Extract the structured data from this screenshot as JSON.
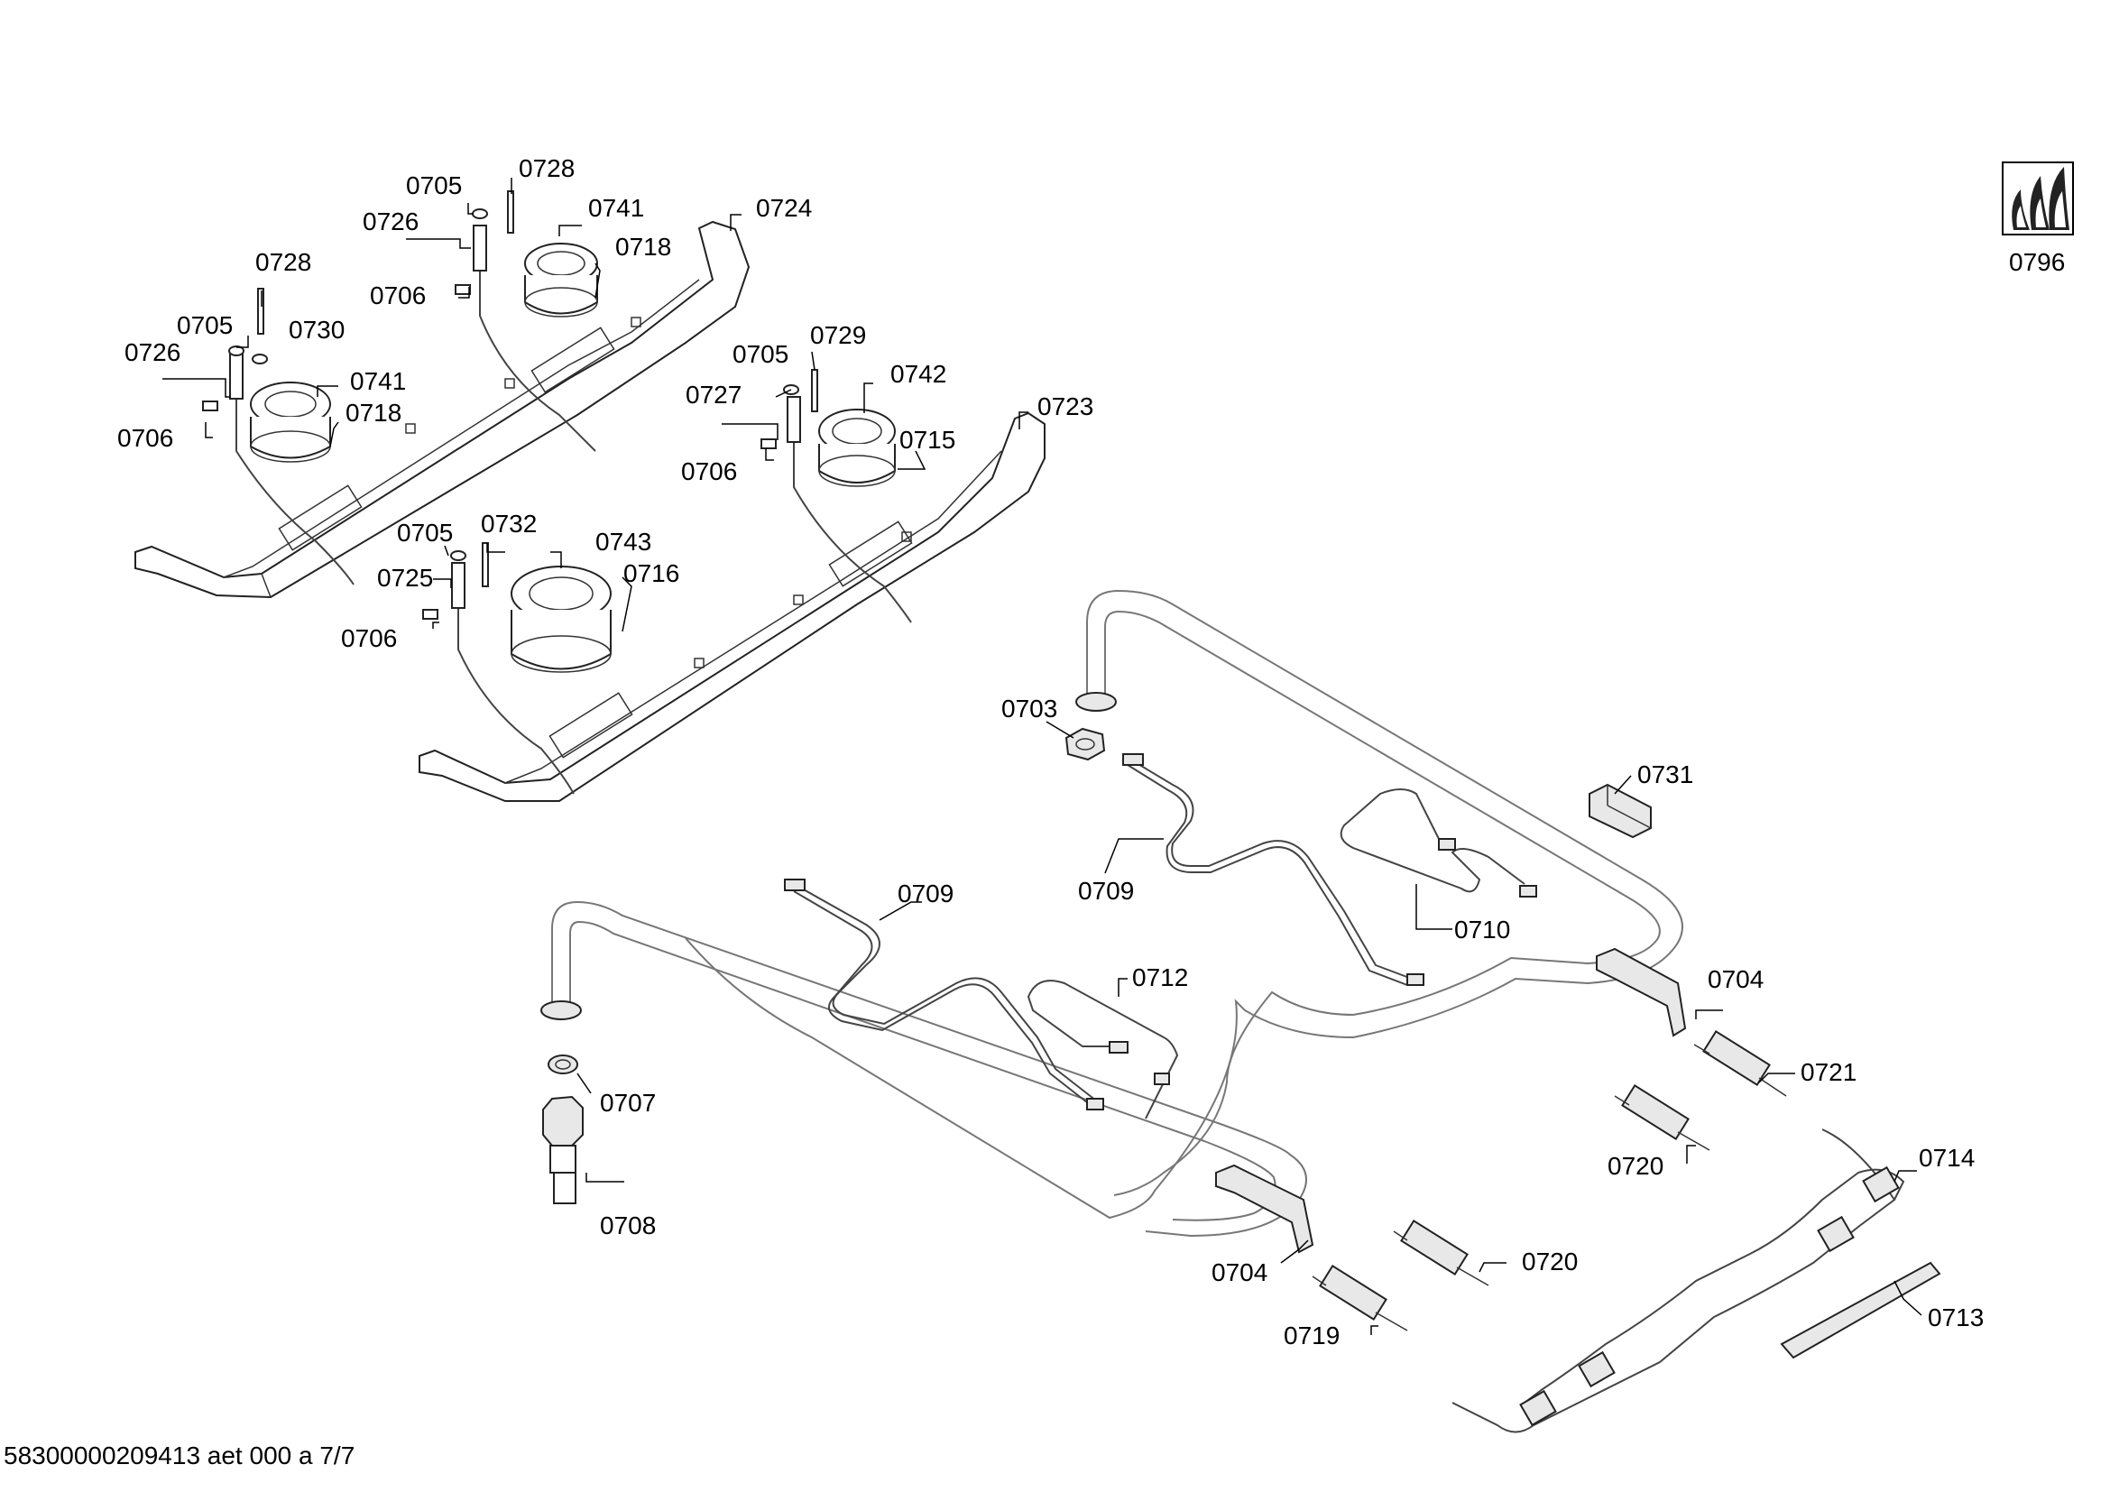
{
  "footer": {
    "doc_code": "58300000209413 aet 000 a 7/7"
  },
  "symbol": {
    "label": "0796",
    "icon": "gas-flame-symbol-icon"
  },
  "labels": {
    "l0705a": "0705",
    "l0728a": "0728",
    "l0726a": "0726",
    "l0741a": "0741",
    "l0718a": "0718",
    "l0706a": "0706",
    "l0724": "0724",
    "l0728b": "0728",
    "l0705b": "0705",
    "l0730": "0730",
    "l0726b": "0726",
    "l0741b": "0741",
    "l0718b": "0718",
    "l0706b": "0706",
    "l0705c": "0705",
    "l0729": "0729",
    "l0742": "0742",
    "l0727": "0727",
    "l0715": "0715",
    "l0706c": "0706",
    "l0723": "0723",
    "l0705d": "0705",
    "l0732": "0732",
    "l0743": "0743",
    "l0725": "0725",
    "l0716": "0716",
    "l0706d": "0706",
    "l0703": "0703",
    "l0709a": "0709",
    "l0709b": "0709",
    "l0710": "0710",
    "l0731": "0731",
    "l0712": "0712",
    "l0707": "0707",
    "l0708": "0708",
    "l0704a": "0704",
    "l0704b": "0704",
    "l0721": "0721",
    "l0720a": "0720",
    "l0720b": "0720",
    "l0719": "0719",
    "l0714": "0714",
    "l0713": "0713"
  }
}
